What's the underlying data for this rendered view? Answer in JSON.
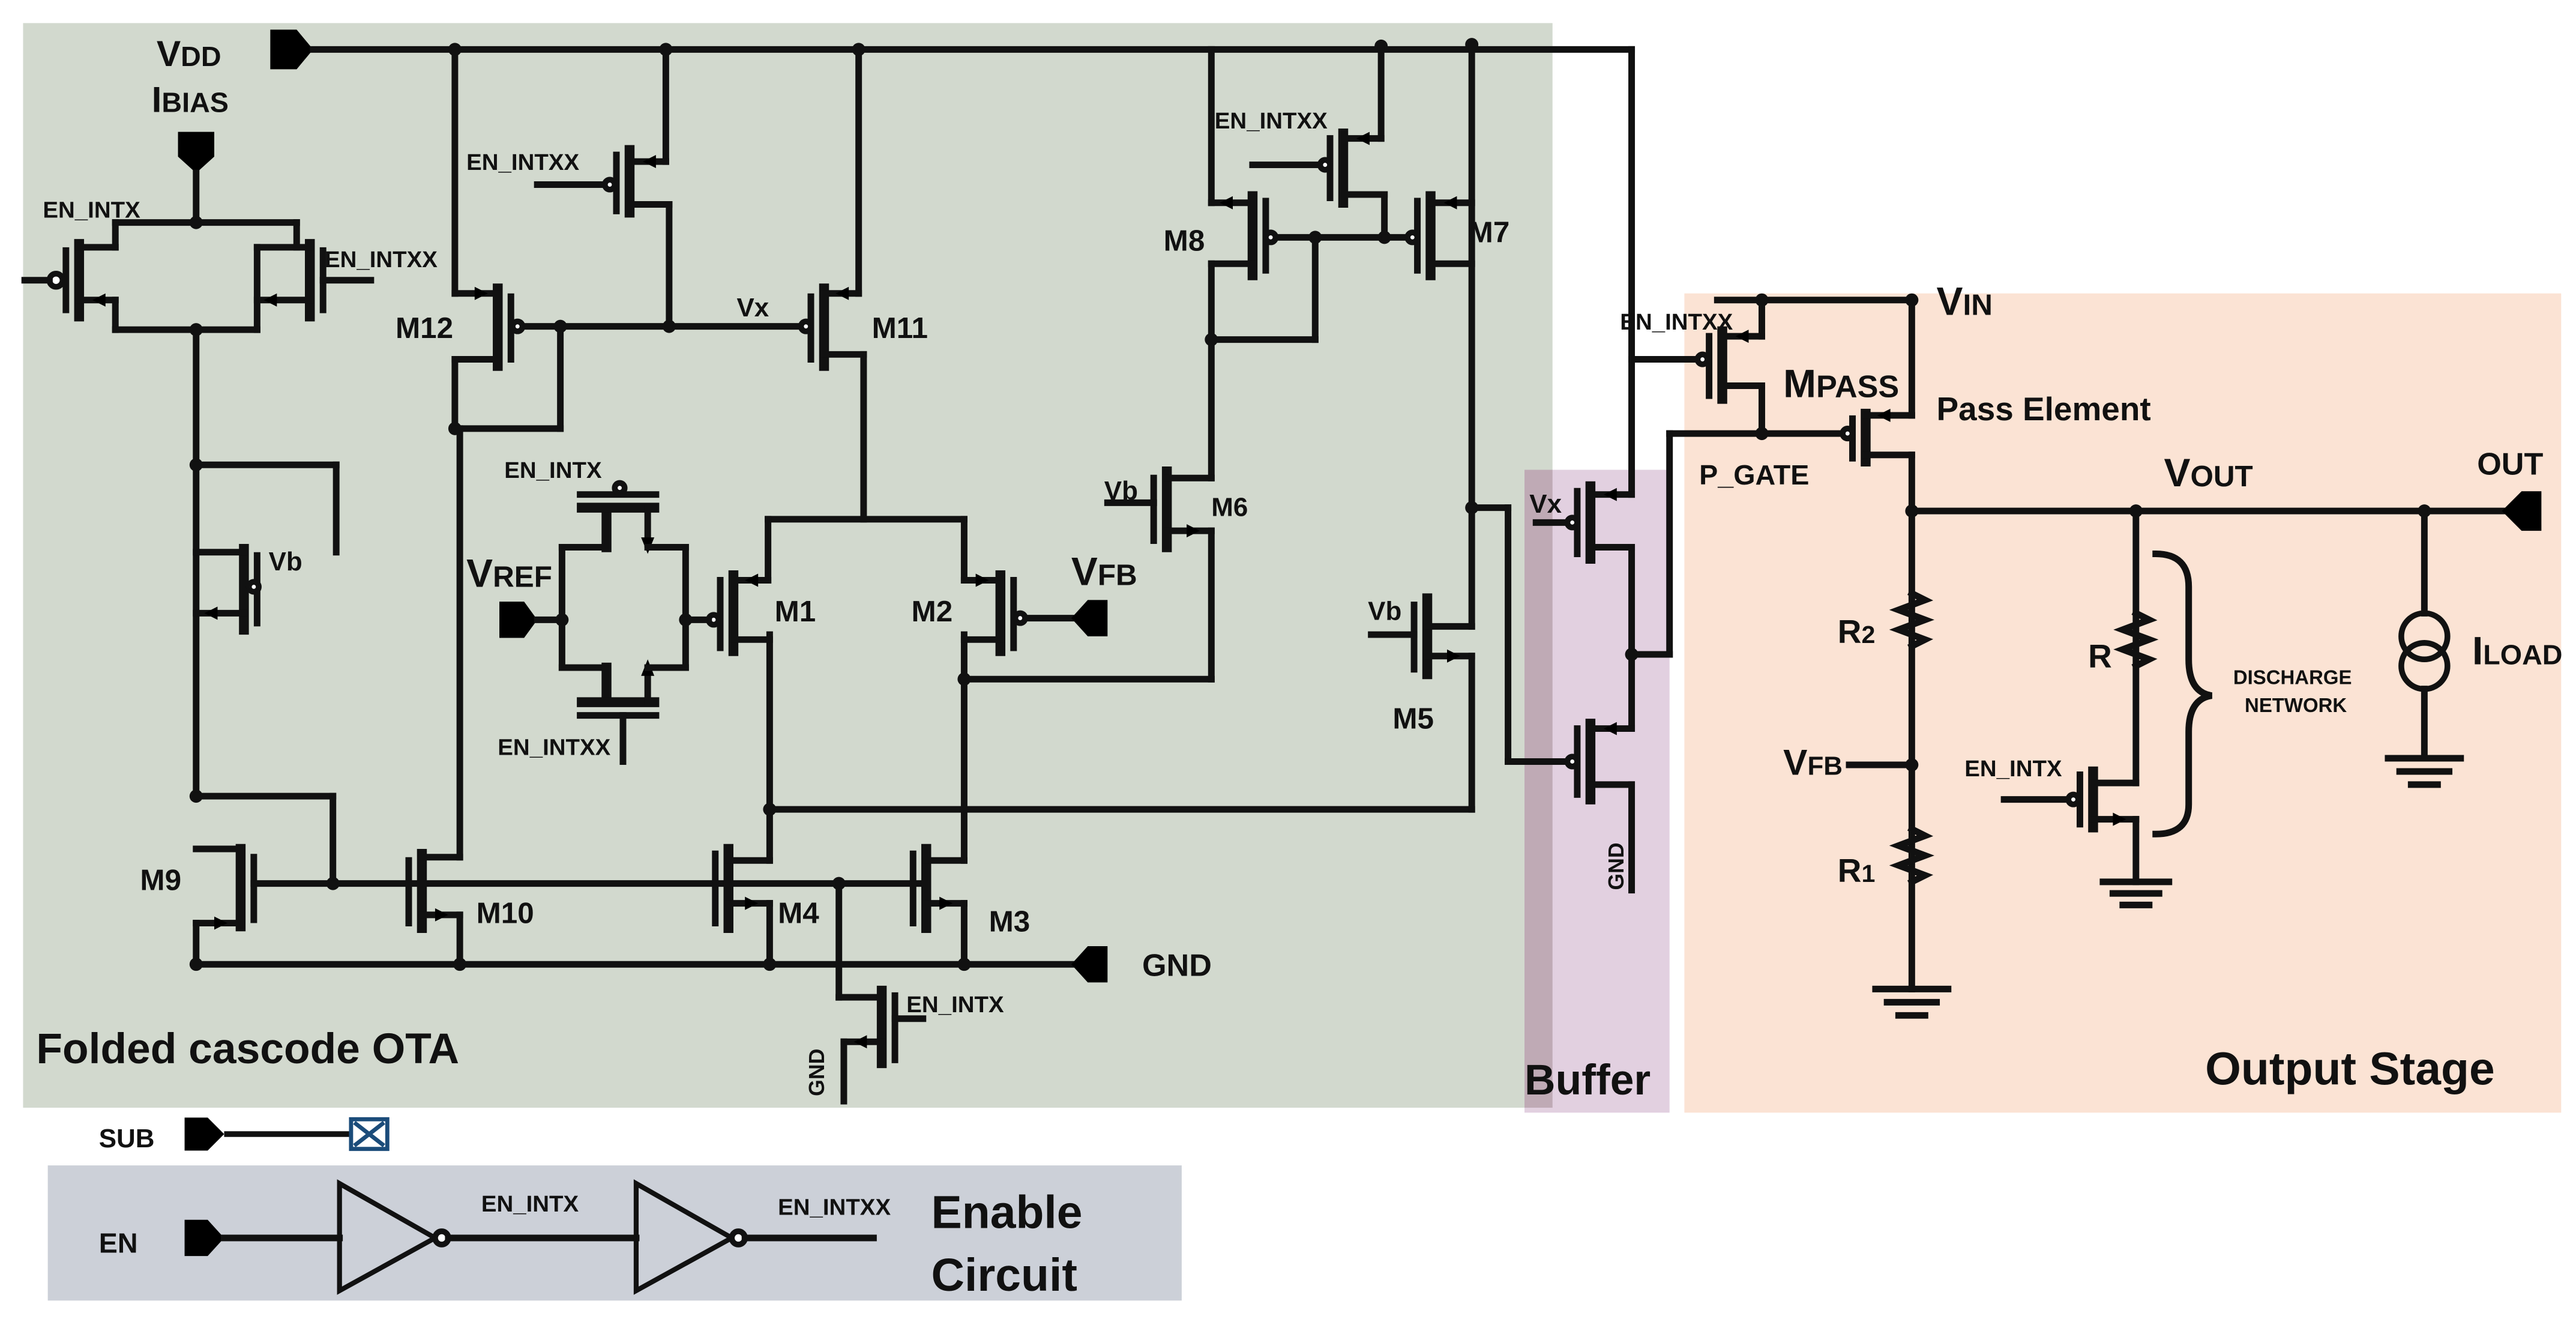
{
  "regions": {
    "ota_title": "Folded cascode OTA",
    "buffer_title": "Buffer",
    "output_title": "Output Stage",
    "enable_title_line1": "Enable",
    "enable_title_line2": "Circuit",
    "colors": {
      "ota": "#d2d9ce",
      "buffer": "#e2d0e0",
      "output": "#fbe3d4",
      "enable": "#ccd0d8",
      "overlap": "#bfaab5"
    }
  },
  "ports": {
    "vdd_main": "V",
    "vdd_sub": "DD",
    "ibias_main": "I",
    "ibias_sub": "BIAS",
    "vref_main": "V",
    "vref_sub": "REF",
    "vfb_main": "V",
    "vfb_sub": "FB",
    "gnd": "GND",
    "vin_main": "V",
    "vin_sub": "IN",
    "out": "OUT",
    "sub": "SUB",
    "en": "EN"
  },
  "devices": {
    "m1": "M1",
    "m2": "M2",
    "m3": "M3",
    "m4": "M4",
    "m5": "M5",
    "m6": "M6",
    "m7": "M7",
    "m8": "M8",
    "m9": "M9",
    "m10": "M10",
    "m11": "M11",
    "m12": "M12",
    "mpass_main": "M",
    "mpass_sub": "PASS",
    "pass_element": "Pass Element",
    "r2_main": "R",
    "r2_sub": "2",
    "r1_main": "R",
    "r1_sub": "1",
    "r": "R",
    "iload_main": "I",
    "iload_sub": "LOAD",
    "discharge_line1": "DISCHARGE",
    "discharge_line2": "NETWORK"
  },
  "nets": {
    "en_intx": "EN_INTX",
    "en_intxx": "EN_INTXX",
    "vb": "Vb",
    "vx": "Vx",
    "p_gate": "P_GATE",
    "vout_main": "V",
    "vout_sub": "OUT",
    "vfb_main": "V",
    "vfb_sub": "FB",
    "gnd_small": "GND"
  }
}
